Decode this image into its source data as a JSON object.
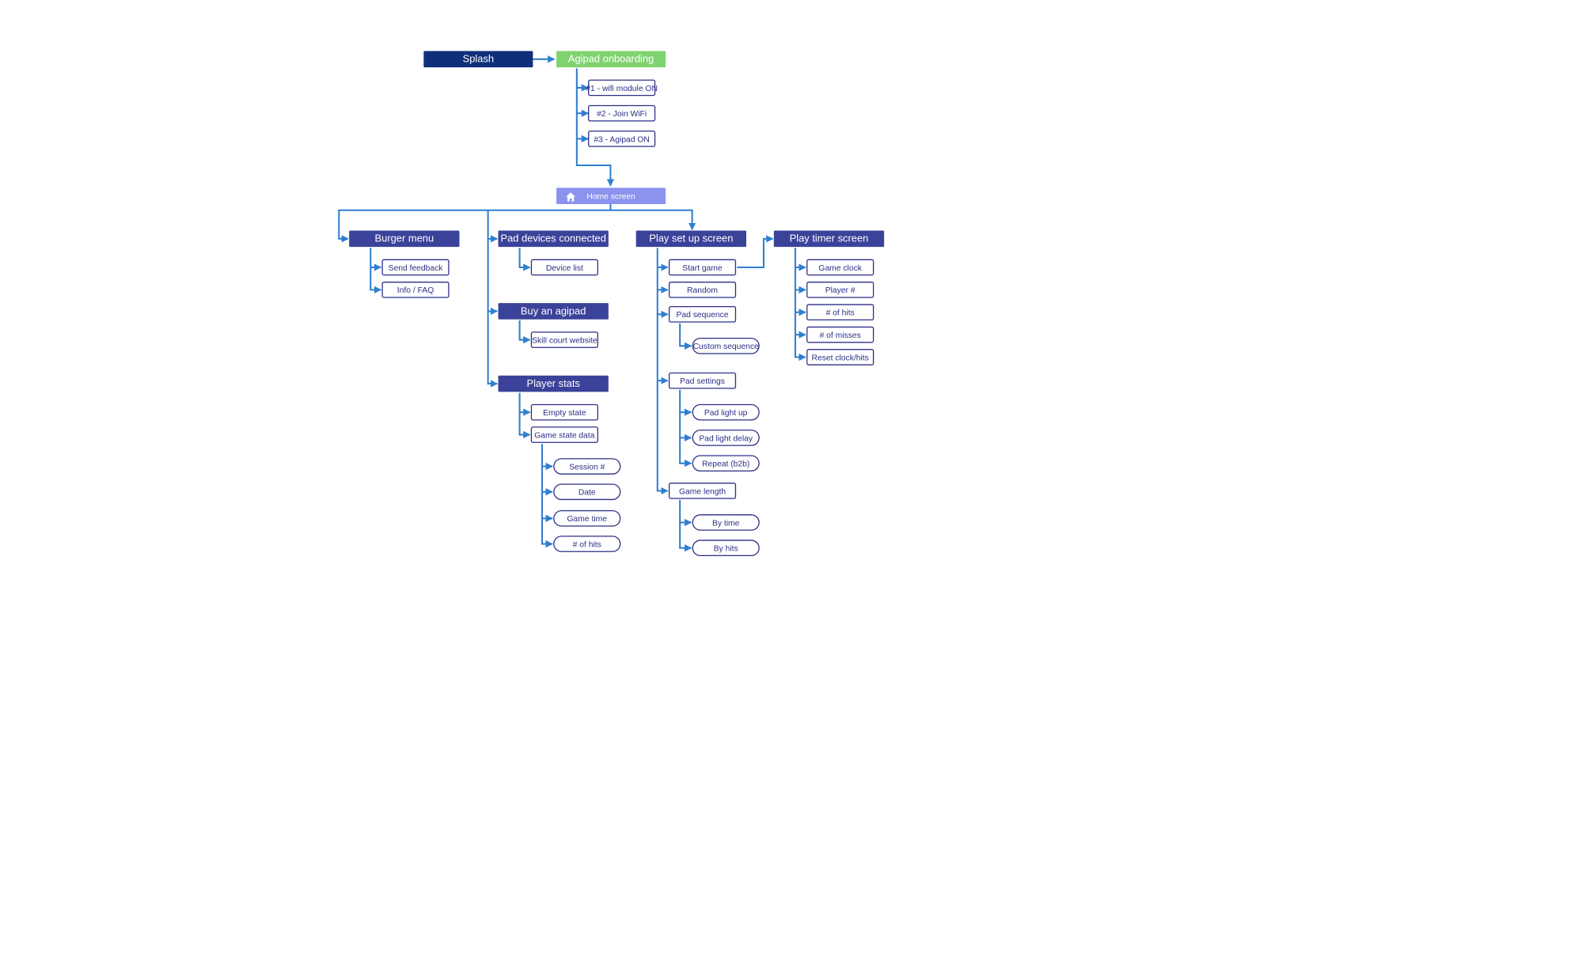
{
  "nodes": {
    "splash": "Splash",
    "onboarding": "Agipad onboarding",
    "step1": "#1 - wifi module ON",
    "step2": "#2 - Join WiFi",
    "step3": "#3 - Agipad ON",
    "home": "Home screen",
    "burger": "Burger menu",
    "send_feedback": "Send feedback",
    "info_faq": "Info / FAQ",
    "pad_devices": "Pad devices connected",
    "device_list": "Device list",
    "buy": "Buy an agipad",
    "skill_court": "Skill court website",
    "player_stats": "Player stats",
    "empty_state": "Empty state",
    "game_state_data": "Game state data",
    "session": "Session #",
    "date": "Date",
    "game_time": "Game time",
    "stats_hits": "# of hits",
    "play_setup": "Play set up screen",
    "start_game": "Start game",
    "random": "Random",
    "pad_sequence": "Pad sequence",
    "custom_sequence": "Custom sequence",
    "pad_settings": "Pad settings",
    "pad_light_up": "Pad light up",
    "pad_light_delay": "Pad light delay",
    "repeat": "Repeat (b2b)",
    "game_length": "Game length",
    "by_time": "By time",
    "by_hits": "By hits",
    "play_timer": "Play timer  screen",
    "game_clock": "Game clock",
    "player_num": "Player #",
    "timer_hits": "# of hits",
    "timer_misses": "# of misses",
    "reset": "Reset clock/hits"
  },
  "colors": {
    "connector": "#2f7fd0",
    "splash": "#0f2f7a",
    "onboarding": "#7fd36f",
    "home": "#8b93ee",
    "section": "#3b4299",
    "outline": "#2b2f86"
  },
  "icons": {
    "home": "home-icon"
  }
}
